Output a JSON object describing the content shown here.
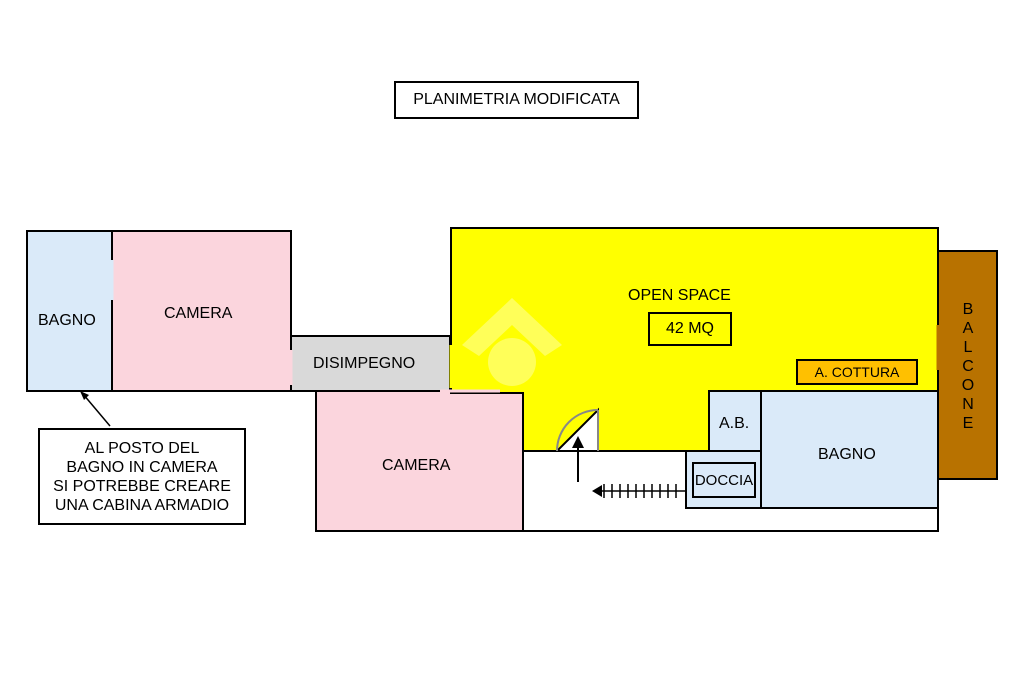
{
  "title": "PLANIMETRIA MODIFICATA",
  "rooms": {
    "bagno_left": "BAGNO",
    "camera_top": "CAMERA",
    "disimpegno": "DISIMPEGNO",
    "camera_bottom": "CAMERA",
    "open_space": "OPEN SPACE",
    "open_space_area": "42 MQ",
    "angolo_cottura": "A. COTTURA",
    "antibagno": "A.B.",
    "bagno_right": "BAGNO",
    "doccia": "DOCCIA",
    "balcone_letters": [
      "B",
      "A",
      "L",
      "C",
      "O",
      "N",
      "E"
    ]
  },
  "note_lines": [
    "AL POSTO DEL",
    "BAGNO IN CAMERA",
    "SI POTREBBE CREARE",
    "UNA CABINA ARMADIO"
  ],
  "colors": {
    "bagno": "#daeaf9",
    "camera": "#fbd5dd",
    "disimpegno": "#d9d9d9",
    "open_space": "#ffff00",
    "cottura": "#ffc000",
    "balcone": "#b87200",
    "walls": "#000000"
  }
}
